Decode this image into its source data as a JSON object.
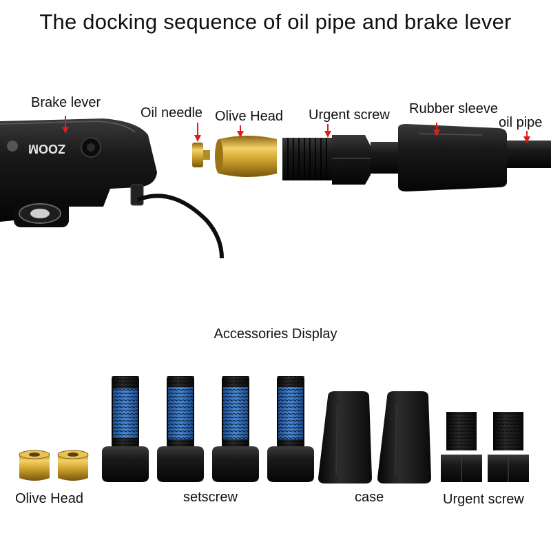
{
  "title": "The docking sequence of oil pipe and brake lever",
  "diagram": {
    "labels": {
      "brake_lever": "Brake lever",
      "oil_needle": "Oil needle",
      "olive_head": "Olive Head",
      "urgent_screw": "Urgent screw",
      "rubber_sleeve": "Rubber sleeve",
      "oil_pipe": "oil pipe"
    },
    "brand_logo_text": "ZOOM",
    "arrow_color": "#e01b1b"
  },
  "accessories": {
    "title": "Accessories Display",
    "groups": [
      {
        "label": "Olive Head",
        "count": 2
      },
      {
        "label": "setscrew",
        "count": 4
      },
      {
        "label": "case",
        "count": 2
      },
      {
        "label": "Urgent screw",
        "count": 2
      }
    ]
  },
  "colors": {
    "brass": "#d4a832",
    "black_part": "#151515",
    "thread_lock": "#2f6fc4"
  }
}
